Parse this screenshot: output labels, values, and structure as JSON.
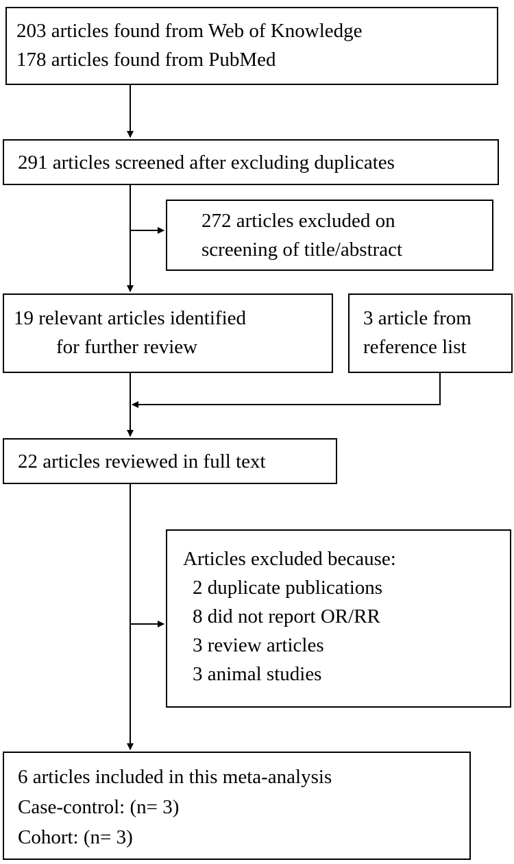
{
  "flow": {
    "search": {
      "line1": "203 articles found from Web of Knowledge",
      "line2": "178 articles found from PubMed"
    },
    "screened": {
      "line1": "291 articles screened after excluding duplicates"
    },
    "excluded_screening": {
      "line1": "272 articles excluded on",
      "line2": "screening of title/abstract"
    },
    "relevant": {
      "line1": "19 relevant articles identified",
      "line2": "for further review"
    },
    "reference": {
      "line1": "3 article from",
      "line2": "reference list"
    },
    "full_text": {
      "line1": "22 articles reviewed in full text"
    },
    "excluded_full": {
      "heading": "Articles excluded because:",
      "items": [
        "2 duplicate publications",
        "8 did not report OR/RR",
        "3 review articles",
        "3 animal studies"
      ]
    },
    "included": {
      "line1": "6 articles included in this meta-analysis",
      "line2": "Case-control: (n= 3)",
      "line3": "Cohort: (n= 3)"
    }
  }
}
